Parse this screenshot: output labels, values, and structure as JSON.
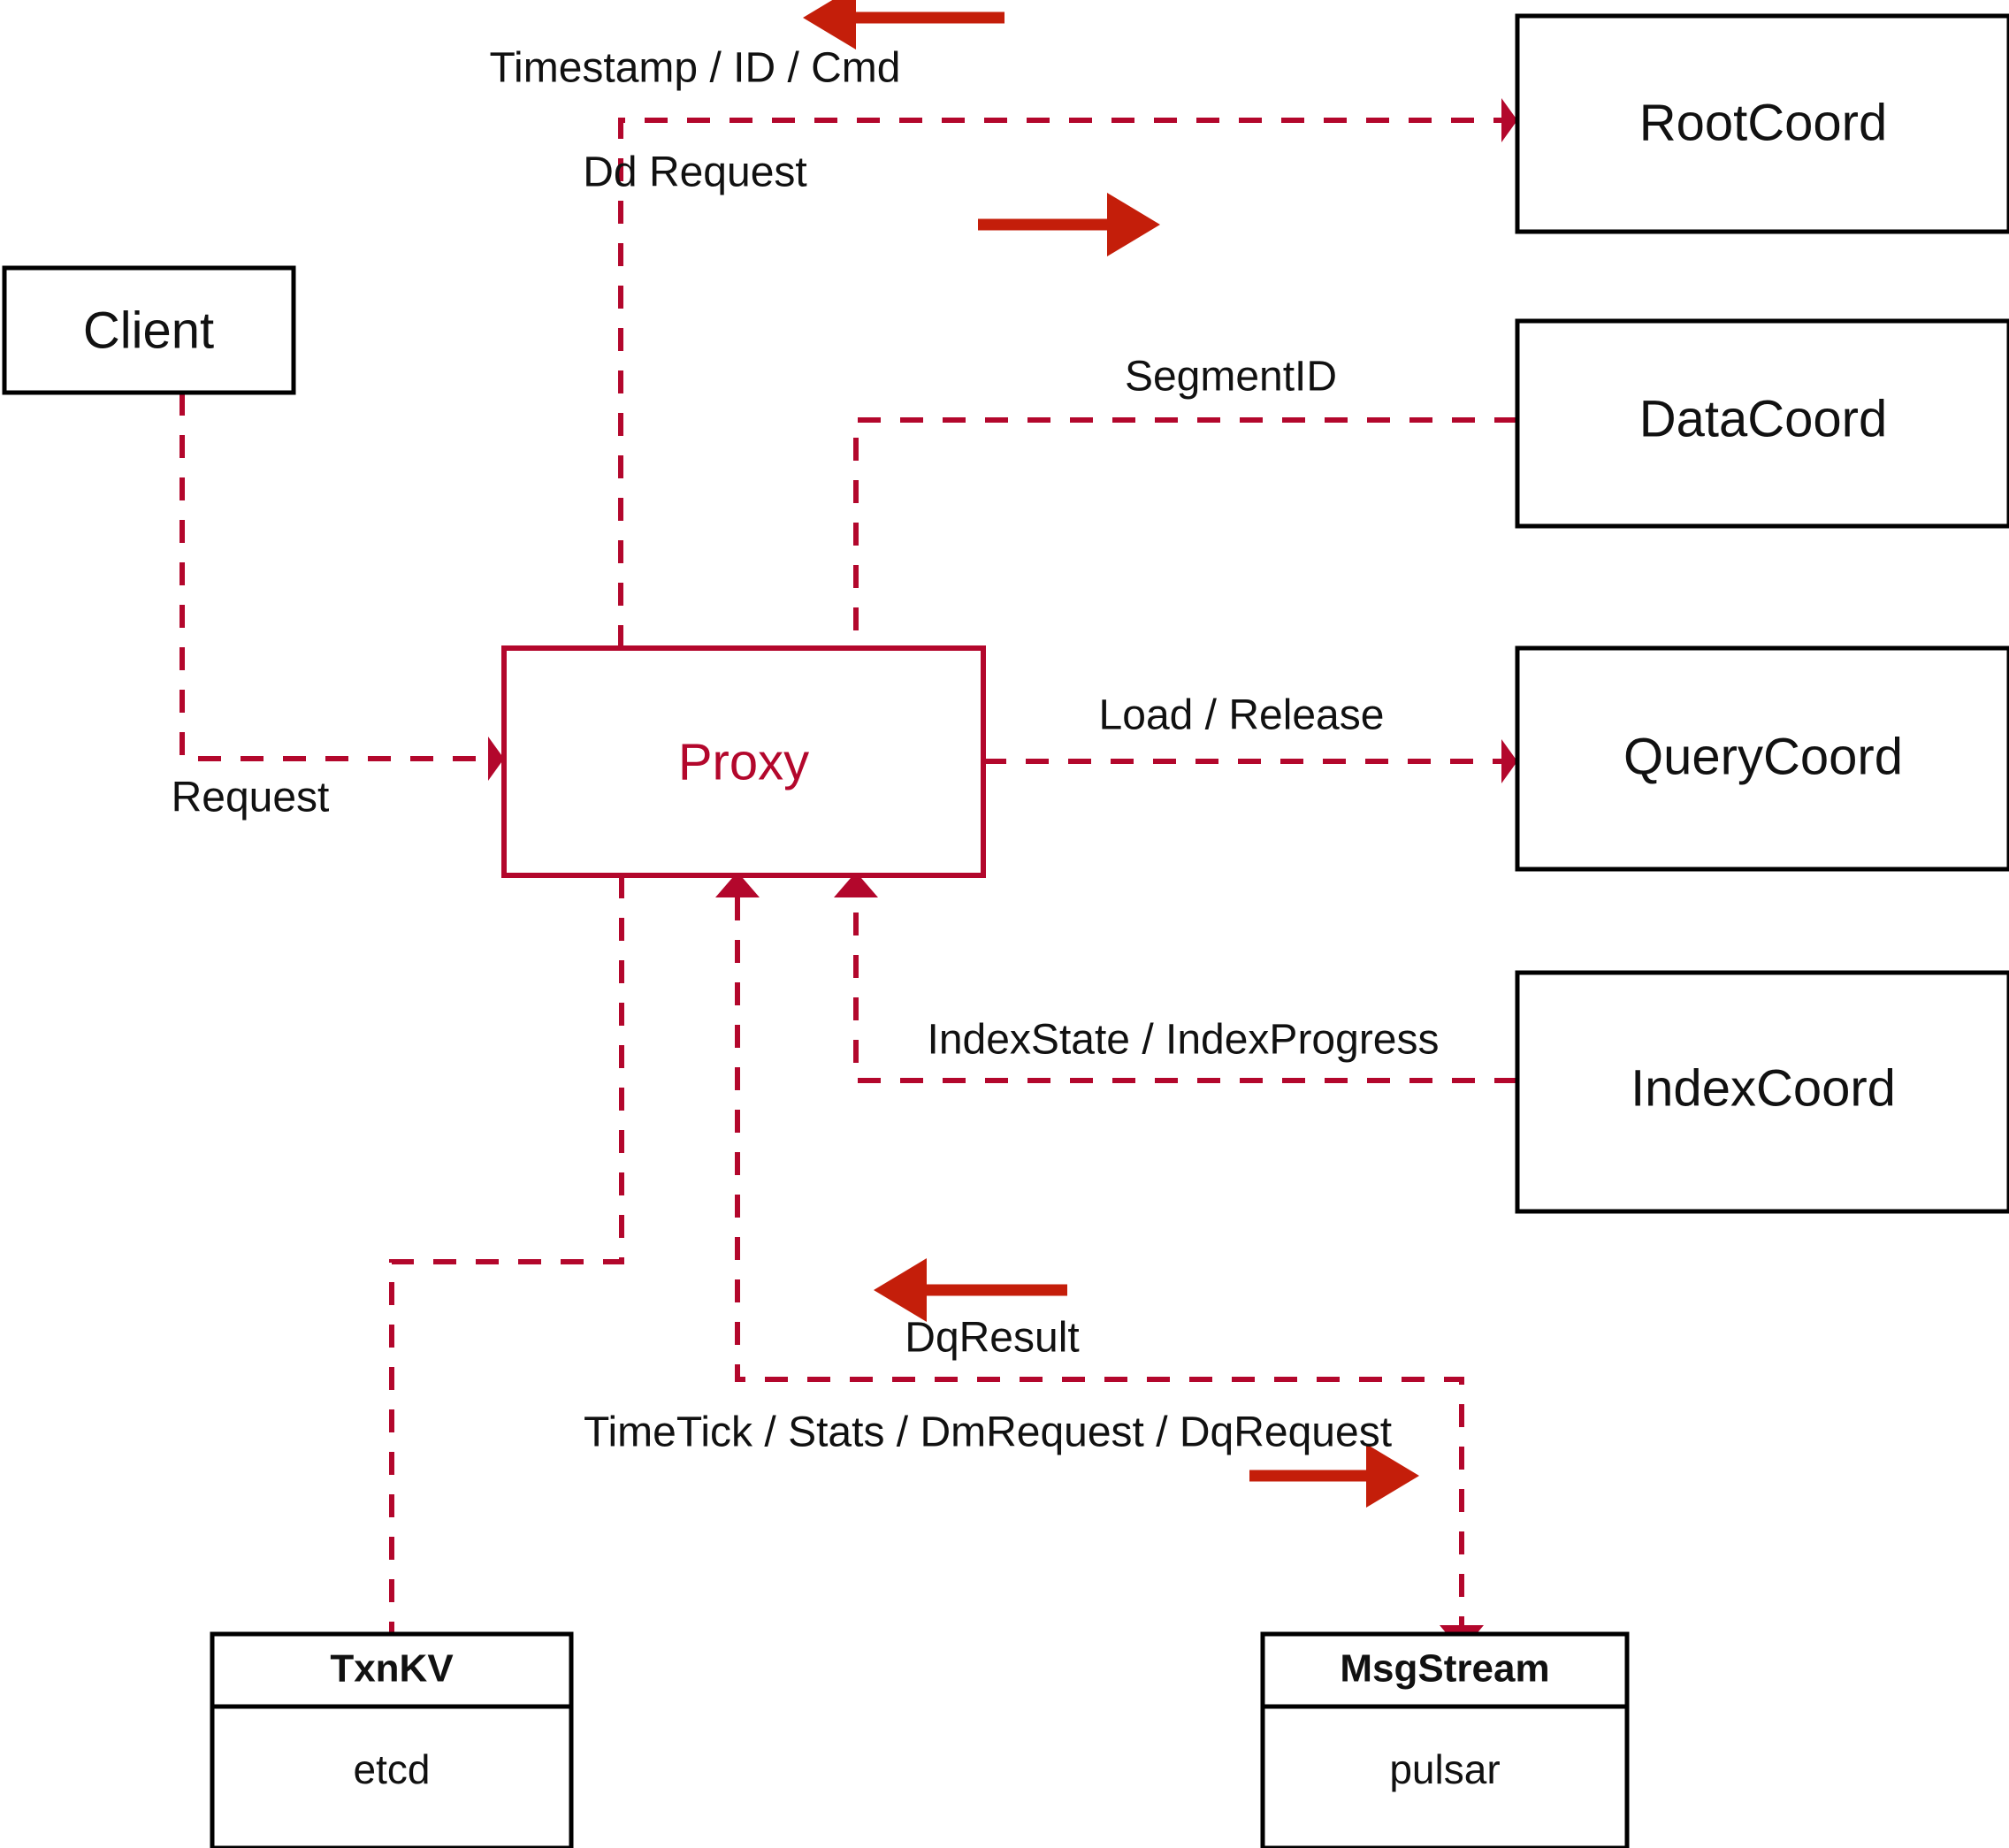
{
  "diagram": {
    "title": "Milvus Proxy interaction diagram",
    "colors": {
      "accent": "#B3072C",
      "arrow": "#C41E0A",
      "box_stroke": "#000000",
      "background": "#ffffff"
    },
    "nodes": {
      "client": {
        "label": "Client"
      },
      "proxy": {
        "label": "Proxy"
      },
      "root_coord": {
        "label": "RootCoord"
      },
      "data_coord": {
        "label": "DataCoord"
      },
      "query_coord": {
        "label": "QueryCoord"
      },
      "index_coord": {
        "label": "IndexCoord"
      },
      "txn_kv": {
        "header": "TxnKV",
        "body": "etcd"
      },
      "msg_stream": {
        "header": "MsgStream",
        "body": "pulsar"
      }
    },
    "edges": [
      {
        "id": "client-to-proxy",
        "label": "Request",
        "from": "Client",
        "to": "Proxy",
        "direction": "right"
      },
      {
        "id": "proxy-rootcoord-response",
        "label": "Timestamp / ID / Cmd",
        "from": "RootCoord",
        "to": "Proxy",
        "direction": "left"
      },
      {
        "id": "proxy-to-rootcoord",
        "label": "Dd Request",
        "from": "Proxy",
        "to": "RootCoord",
        "direction": "right"
      },
      {
        "id": "datacoord-to-proxy",
        "label": "SegmentID",
        "from": "DataCoord",
        "to": "Proxy",
        "direction": "left"
      },
      {
        "id": "proxy-to-querycoord",
        "label": "Load / Release",
        "from": "Proxy",
        "to": "QueryCoord",
        "direction": "right"
      },
      {
        "id": "indexcoord-to-proxy",
        "label": "IndexState / IndexProgress",
        "from": "IndexCoord",
        "to": "Proxy",
        "direction": "left"
      },
      {
        "id": "msgstream-to-proxy",
        "label": "DqResult",
        "from": "MsgStream",
        "to": "Proxy",
        "direction": "left"
      },
      {
        "id": "proxy-to-msgstream",
        "label": "TimeTick / Stats / DmRequest / DqRequest",
        "from": "Proxy",
        "to": "MsgStream",
        "direction": "right"
      },
      {
        "id": "proxy-to-txnkv",
        "label": "",
        "from": "Proxy",
        "to": "TxnKV",
        "direction": "down"
      }
    ]
  }
}
